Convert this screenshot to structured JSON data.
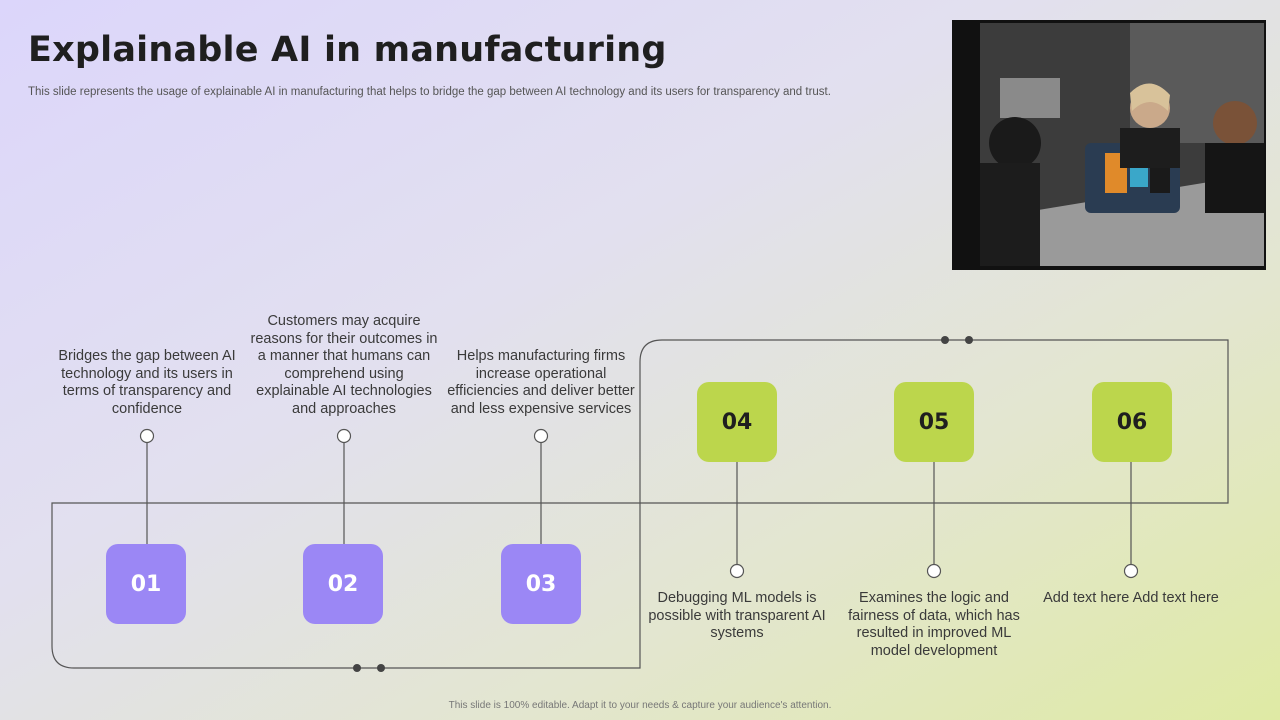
{
  "slide": {
    "title": "Explainable AI in manufacturing",
    "subtitle": "This slide represents the usage of explainable AI in manufacturing that helps to bridge the gap between AI technology and its users for transparency and trust.",
    "footer": "This slide is 100% editable.  Adapt it to your needs & capture your audience's attention."
  },
  "steps": [
    {
      "number": "01",
      "text": "Bridges the gap between AI technology and its users in terms of transparency and confidence"
    },
    {
      "number": "02",
      "text": "Customers may acquire reasons for their outcomes in a manner that humans can comprehend using explainable AI technologies and approaches"
    },
    {
      "number": "03",
      "text": "Helps manufacturing firms increase operational efficiencies and deliver better and less expensive services"
    },
    {
      "number": "04",
      "text": "Debugging ML models is possible with transparent AI systems"
    },
    {
      "number": "05",
      "text": "Examines the logic and fairness of data, which has resulted in improved ML model development"
    },
    {
      "number": "06",
      "text": "Add text here Add text here"
    }
  ],
  "colors": {
    "purple": "#9b87f5",
    "green": "#bcd64c",
    "line": "#555555"
  }
}
